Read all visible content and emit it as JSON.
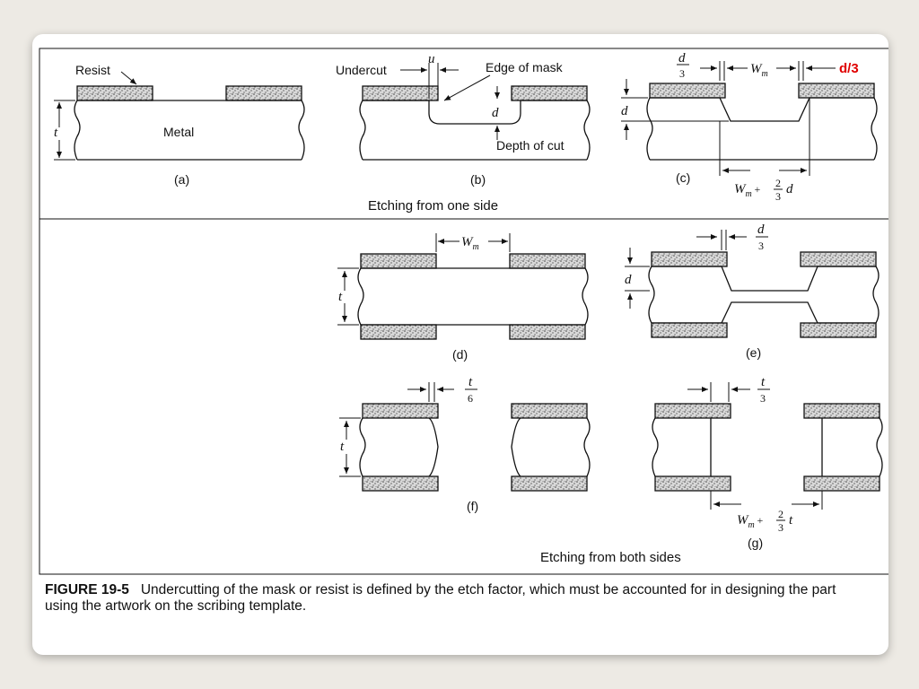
{
  "figure": {
    "panel_a": {
      "resist": "Resist",
      "metal": "Metal",
      "t": "t",
      "label": "(a)"
    },
    "panel_b": {
      "undercut": "Undercut",
      "u": "u",
      "edge_of_mask": "Edge of mask",
      "d": "d",
      "depth_of_cut": "Depth of cut",
      "label": "(b)"
    },
    "panel_c": {
      "d_over_3_num": "d",
      "d_over_3_den": "3",
      "wm": "W",
      "wm_sub": "m",
      "d_over_3_red": "d/3",
      "d": "d",
      "bottom_dim_w": "W",
      "bottom_dim_sub": "m",
      "bottom_dim_plus": "+",
      "bottom_dim_frac_num": "2",
      "bottom_dim_frac_den": "3",
      "bottom_dim_var": "d",
      "label": "(c)"
    },
    "one_side_title": "Etching from one side",
    "panel_d": {
      "wm": "W",
      "wm_sub": "m",
      "t": "t",
      "label": "(d)"
    },
    "panel_e": {
      "d_num": "d",
      "d_den": "3",
      "d": "d",
      "label": "(e)"
    },
    "panel_f": {
      "t_num": "t",
      "t_den": "6",
      "t": "t",
      "label": "(f)"
    },
    "panel_g": {
      "t_num": "t",
      "t_den": "3",
      "bottom_dim_w": "W",
      "bottom_dim_sub": "m",
      "bottom_dim_plus": "+",
      "bottom_dim_frac_num": "2",
      "bottom_dim_frac_den": "3",
      "bottom_dim_var": "t",
      "label": "(g)"
    },
    "both_sides_title": "Etching from both sides"
  },
  "caption": {
    "label": "FIGURE 19-5",
    "text": "Undercutting of the mask or resist is defined by the etch factor, which must be accounted for in designing the part using the artwork on the scribing template."
  },
  "colors": {
    "accent_red": "#e00000",
    "page_bg": "#edeae4",
    "slide_bg": "#ffffff"
  }
}
